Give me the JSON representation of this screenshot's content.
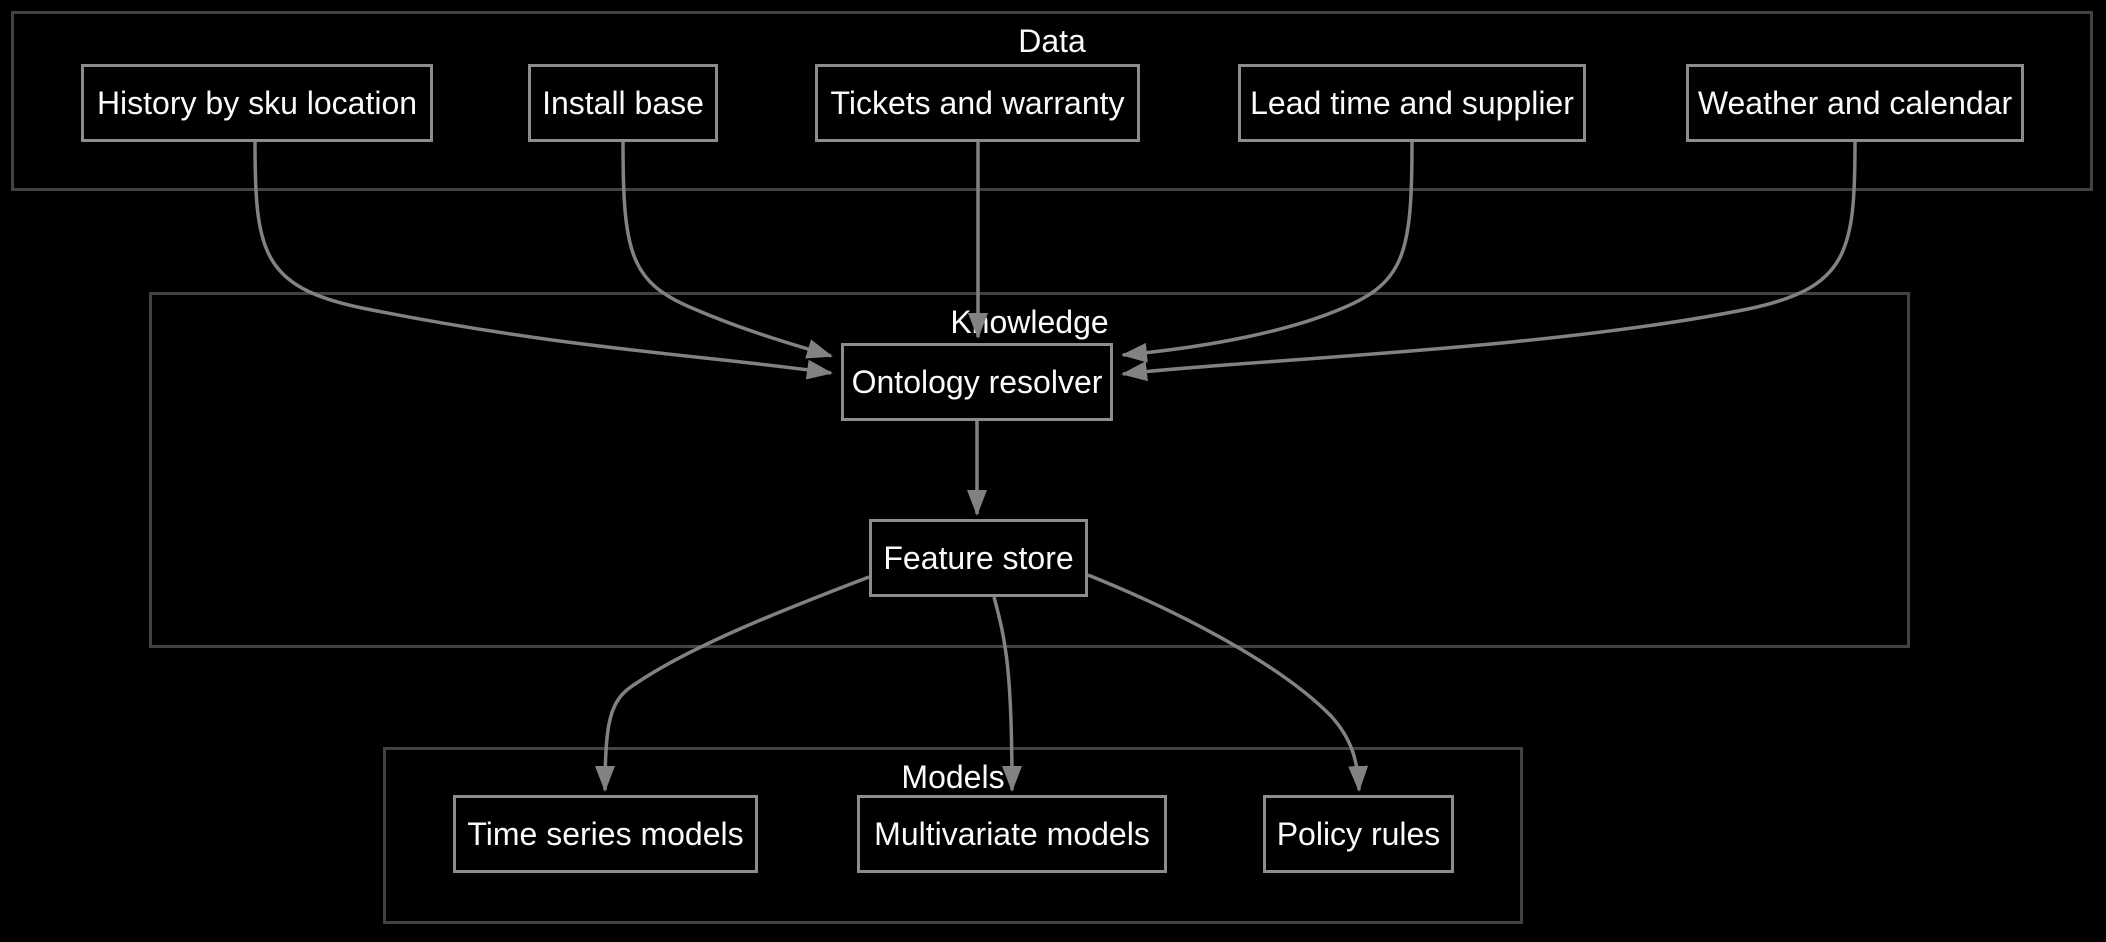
{
  "colors": {
    "background": "#000000",
    "cluster_border": "#424242",
    "node_border": "#8c8c8c",
    "edge": "#828282",
    "text": "#fafafa"
  },
  "clusters": {
    "data": {
      "label": "Data"
    },
    "knowledge": {
      "label": "Knowledge"
    },
    "models": {
      "label": "Models"
    }
  },
  "nodes": {
    "history": {
      "label": "History by sku location"
    },
    "install": {
      "label": "Install base"
    },
    "tickets": {
      "label": "Tickets and warranty"
    },
    "leadtime": {
      "label": "Lead time and supplier"
    },
    "weather": {
      "label": "Weather and calendar"
    },
    "ontology": {
      "label": "Ontology resolver"
    },
    "feature": {
      "label": "Feature store"
    },
    "timeseries": {
      "label": "Time series models"
    },
    "multivariate": {
      "label": "Multivariate models"
    },
    "policy": {
      "label": "Policy rules"
    }
  },
  "edges": [
    {
      "from": "History by sku location",
      "to": "Ontology resolver"
    },
    {
      "from": "Install base",
      "to": "Ontology resolver"
    },
    {
      "from": "Tickets and warranty",
      "to": "Ontology resolver"
    },
    {
      "from": "Lead time and supplier",
      "to": "Ontology resolver"
    },
    {
      "from": "Weather and calendar",
      "to": "Ontology resolver"
    },
    {
      "from": "Ontology resolver",
      "to": "Feature store"
    },
    {
      "from": "Feature store",
      "to": "Time series models"
    },
    {
      "from": "Feature store",
      "to": "Multivariate models"
    },
    {
      "from": "Feature store",
      "to": "Policy rules"
    }
  ]
}
